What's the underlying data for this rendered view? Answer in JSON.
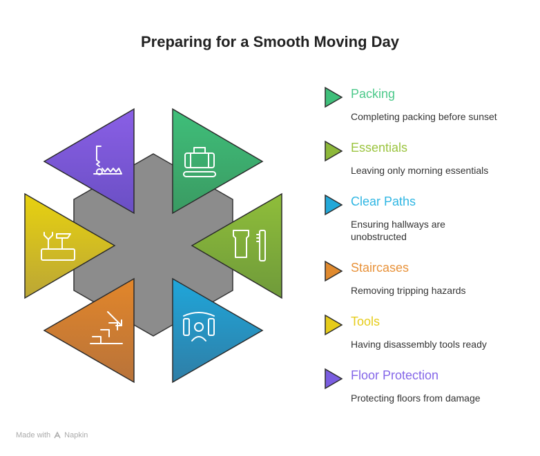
{
  "title": "Preparing for a Smooth Moving Day",
  "items": [
    {
      "title": "Packing",
      "description": "Completing packing before sunset",
      "color": "#3fbf7a",
      "icon": "luggage-icon"
    },
    {
      "title": "Essentials",
      "description": "Leaving only morning essentials",
      "color": "#8db83a",
      "icon": "toothpaste-brush-icon"
    },
    {
      "title": "Clear Paths",
      "description": "Ensuring hallways are unobstructed",
      "color": "#23a8d8",
      "icon": "person-hallway-icon"
    },
    {
      "title": "Staircases",
      "description": "Removing tripping hazards",
      "color": "#e08a2e",
      "icon": "stairs-icon"
    },
    {
      "title": "Tools",
      "description": "Having disassembly tools ready",
      "color": "#e6cc1a",
      "icon": "toolbox-icon"
    },
    {
      "title": "Floor Protection",
      "description": "Protecting floors from damage",
      "color": "#7a5de0",
      "icon": "floor-trap-icon"
    }
  ],
  "title_colors": [
    "#4cc98a",
    "#9bc43f",
    "#2fb6e3",
    "#e8923a",
    "#e6cc1a",
    "#8466e8"
  ],
  "footer": {
    "made_with": "Made with",
    "brand": "Napkin"
  }
}
